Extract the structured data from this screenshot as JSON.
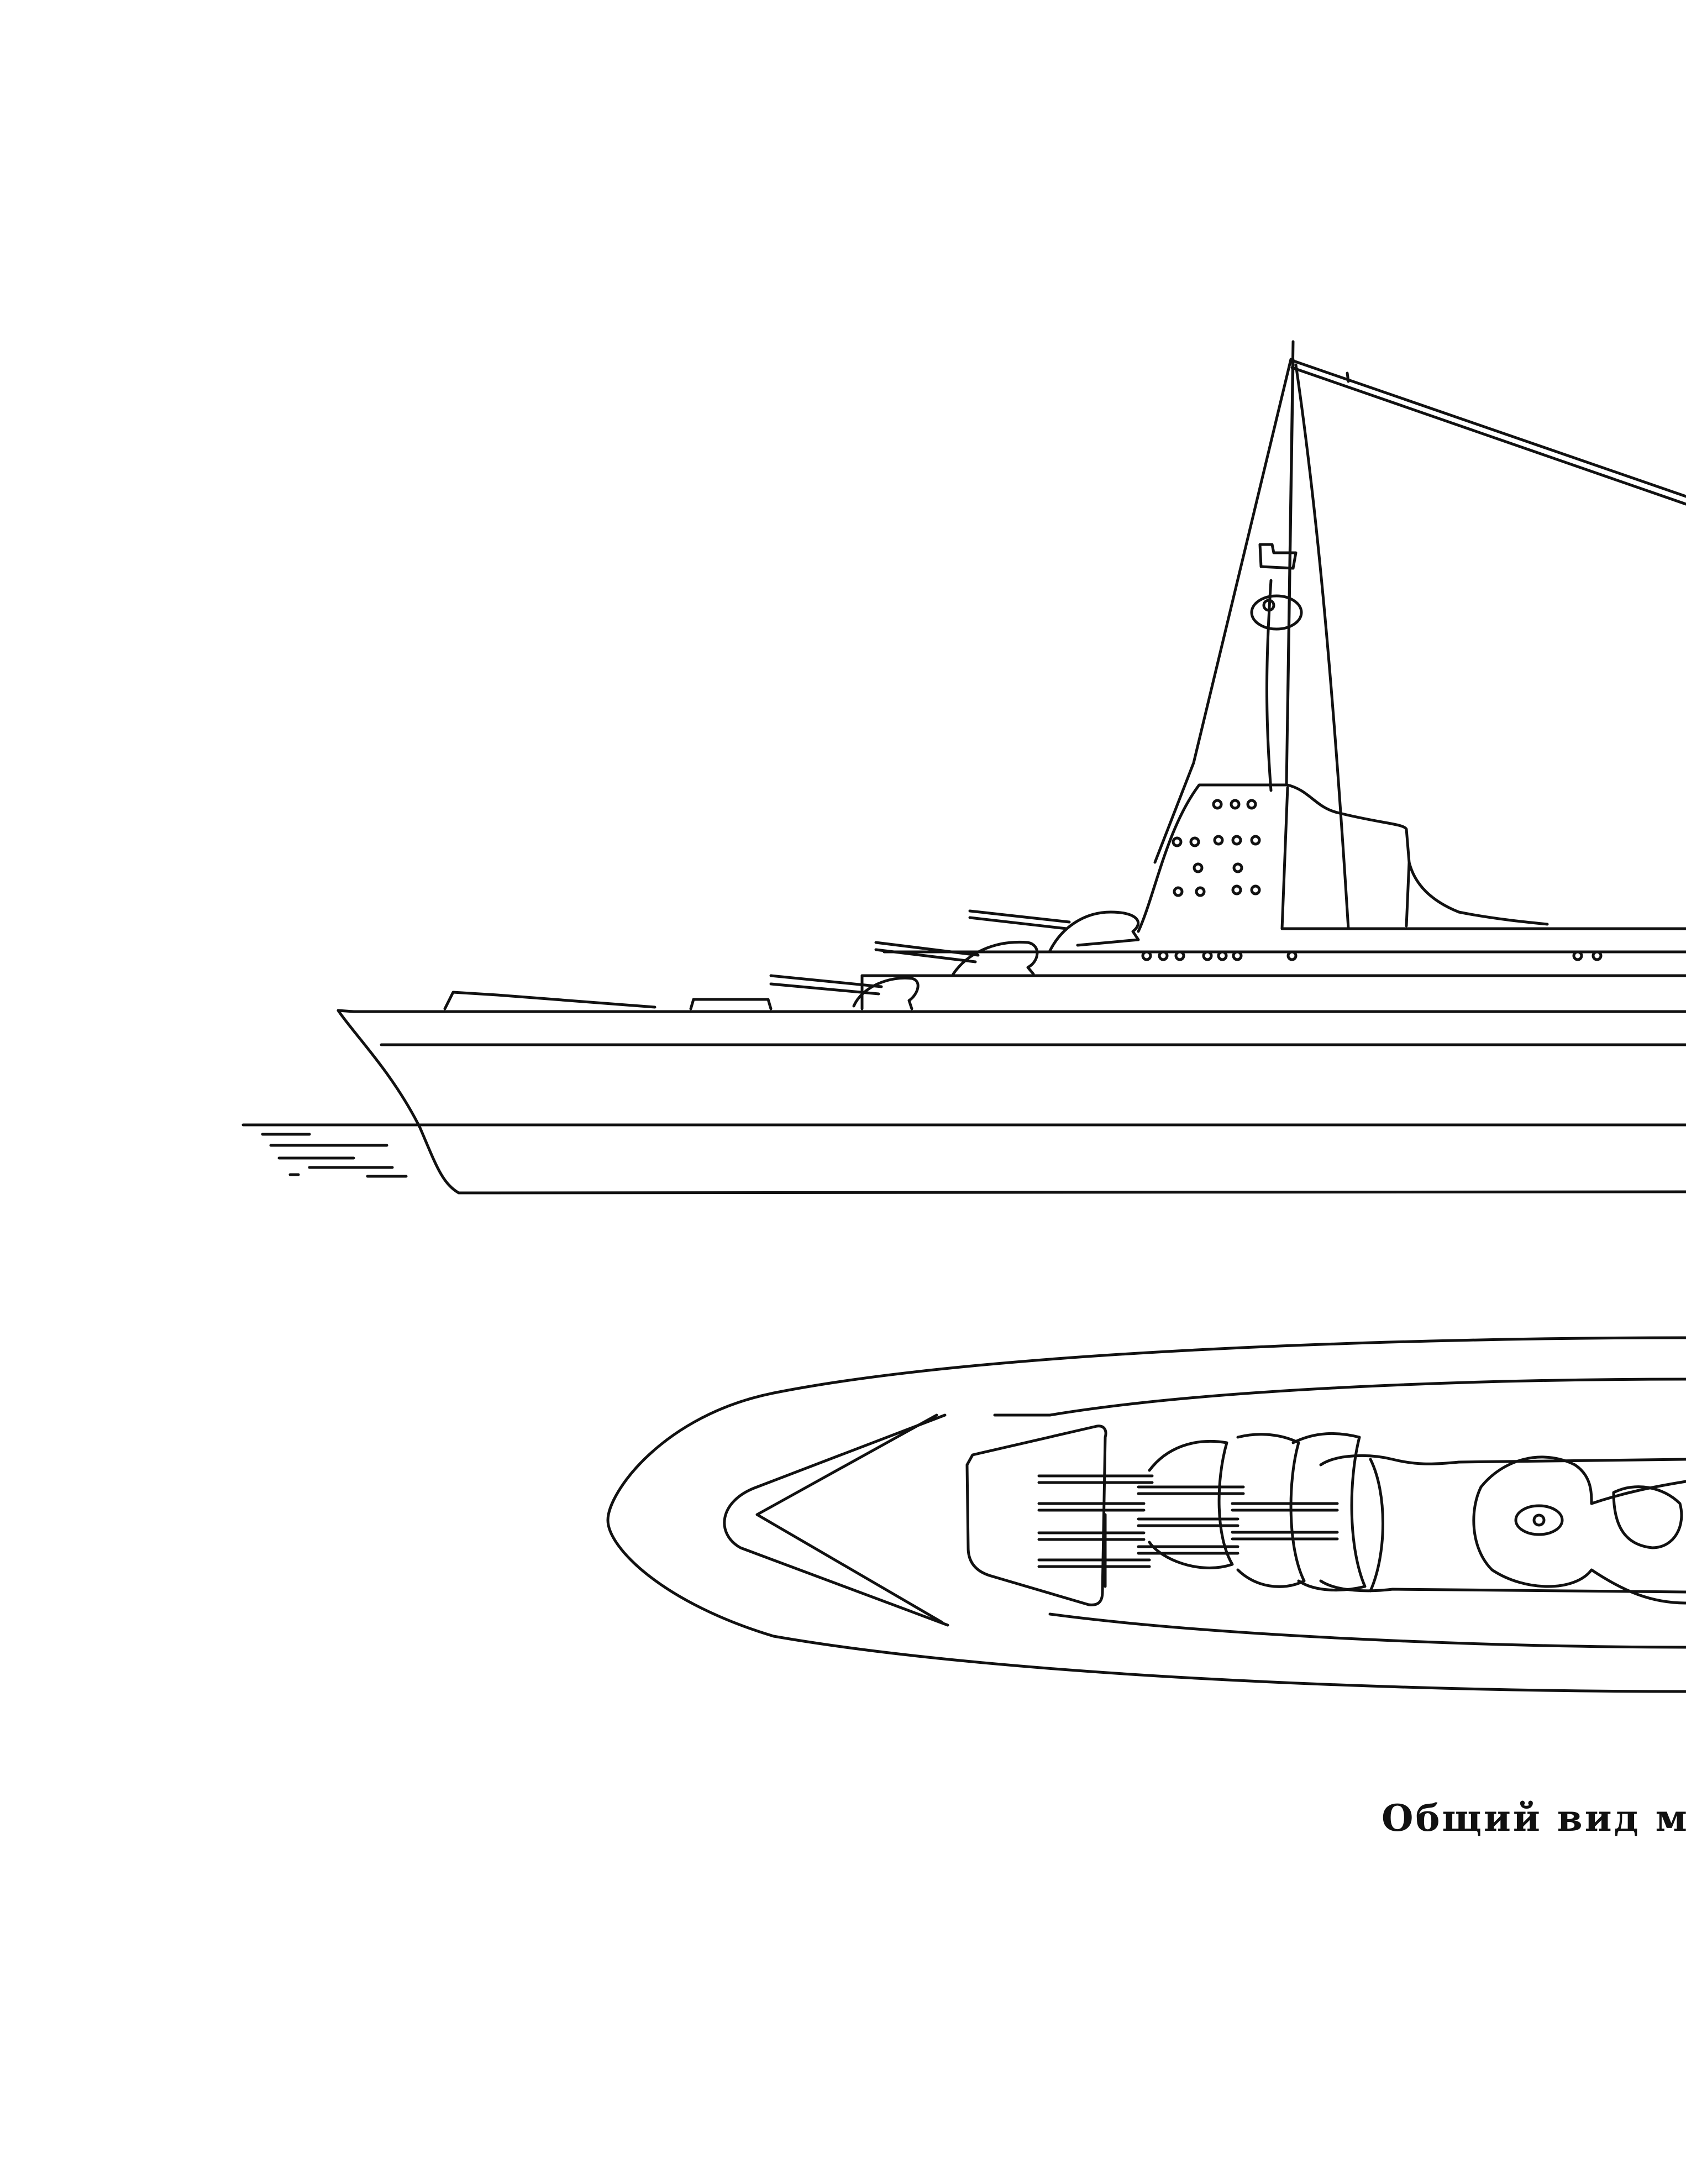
{
  "caption": "Общий вид моде",
  "colors": {
    "ink": "#111111",
    "background": "#ffffff"
  },
  "figure": {
    "views": [
      "side-elevation",
      "top-plan"
    ]
  }
}
